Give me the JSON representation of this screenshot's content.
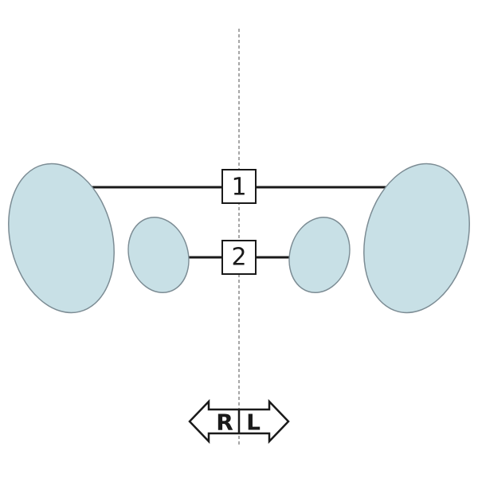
{
  "labels": {
    "outer_pair": "1",
    "inner_pair": "2"
  },
  "orientation": {
    "right": "R",
    "left": "L"
  },
  "colors": {
    "lobe_fill": "#c8e0e6",
    "lobe_stroke": "#7c8c94",
    "line": "#1a1a1a"
  }
}
